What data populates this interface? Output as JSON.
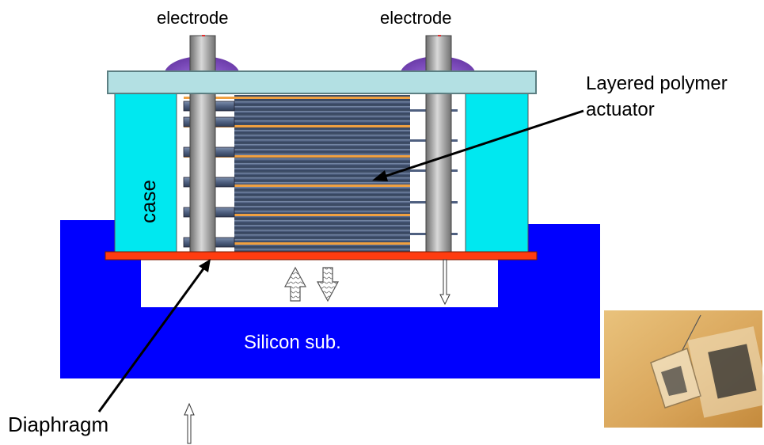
{
  "labels": {
    "electrode_left": "electrode",
    "electrode_right": "electrode",
    "actuator_line1": "Layered polymer",
    "actuator_line2": "actuator",
    "case": "case",
    "substrate": "Silicon sub.",
    "diaphragm": "Diaphragm"
  },
  "colors": {
    "substrate": "#0000ff",
    "case": "#00e8f0",
    "top_plate": "#b3e0e3",
    "diaphragm": "#ff3c10",
    "electrode_cap": "#8a4fc2",
    "rod": "#8c8c8c",
    "layer": "#5a6e8c",
    "layer_stripe": "#f0a040"
  },
  "photo": {
    "description_icon": "device-photo"
  }
}
